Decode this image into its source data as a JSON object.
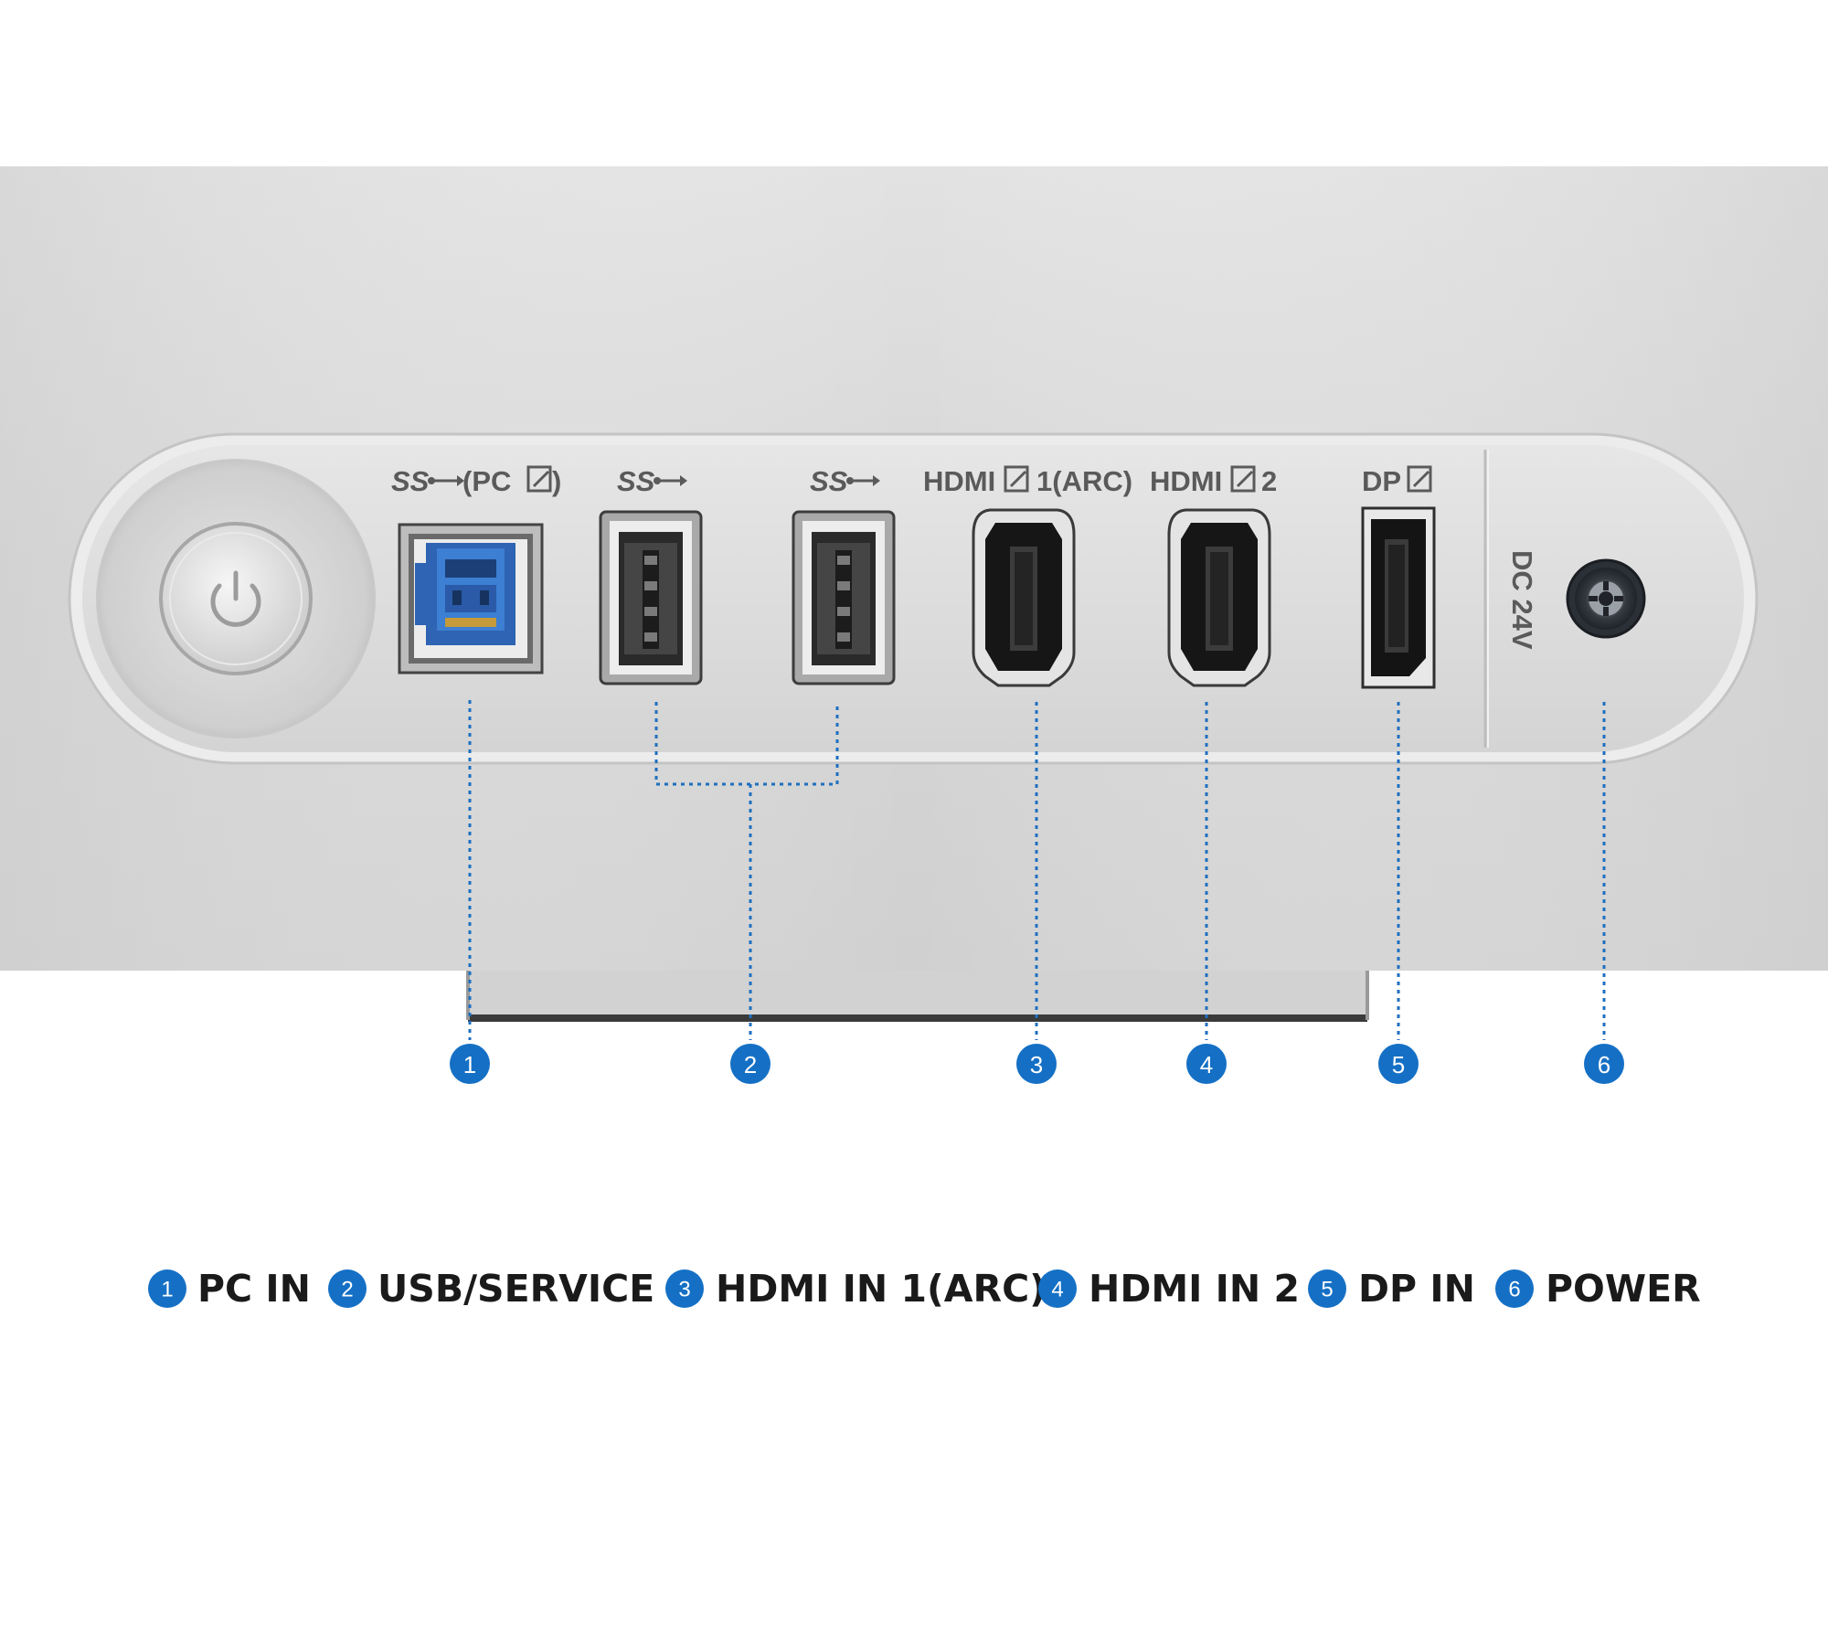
{
  "ports": [
    {
      "id": "usb-b",
      "label": "(PC",
      "sublabel": "",
      "callout": "1"
    },
    {
      "id": "usb-a-1",
      "label": "",
      "sublabel": "",
      "callout": "2"
    },
    {
      "id": "usb-a-2",
      "label": "",
      "sublabel": "",
      "callout": "2"
    },
    {
      "id": "hdmi-1",
      "label": "HDMI",
      "sublabel": "1(ARC)",
      "callout": "3"
    },
    {
      "id": "hdmi-2",
      "label": "HDMI",
      "sublabel": "2",
      "callout": "4"
    },
    {
      "id": "dp",
      "label": "DP",
      "sublabel": "",
      "callout": "5"
    },
    {
      "id": "dc",
      "label": "DC 24V",
      "sublabel": "",
      "callout": "6"
    }
  ],
  "ss_mark": "SS",
  "paren_close": ")",
  "callouts": [
    "1",
    "2",
    "3",
    "4",
    "5",
    "6"
  ],
  "legend": [
    {
      "num": "1",
      "text": "PC IN"
    },
    {
      "num": "2",
      "text": "USB/SERVICE"
    },
    {
      "num": "3",
      "text": "HDMI IN 1(ARC)"
    },
    {
      "num": "4",
      "text": "HDMI IN 2"
    },
    {
      "num": "5",
      "text": "DP IN"
    },
    {
      "num": "6",
      "text": "POWER"
    }
  ],
  "colors": {
    "accent": "#1570c5",
    "usb_blue": "#3a78c9",
    "panel": "#d9d9d9",
    "text": "#1a1a1a",
    "label": "#5a5a5a"
  },
  "icons": {
    "power": "power-icon",
    "usb": "usb-superspeed-icon",
    "input": "input-arrow-icon"
  }
}
